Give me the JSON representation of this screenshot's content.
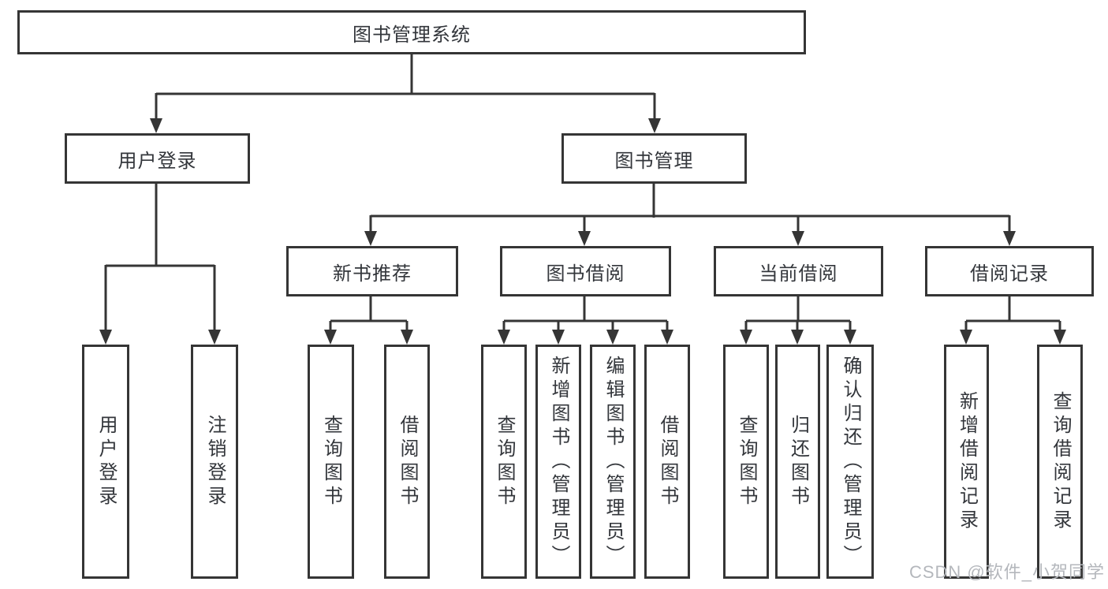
{
  "diagram": {
    "title": "图书管理系统",
    "root": {
      "label": "图书管理系统"
    },
    "level2": {
      "user_login": {
        "label": "用户登录"
      },
      "book_management": {
        "label": "图书管理"
      }
    },
    "level3": {
      "new_book_recommend": {
        "label": "新书推荐"
      },
      "book_borrow": {
        "label": "图书借阅"
      },
      "current_borrow": {
        "label": "当前借阅"
      },
      "borrow_records": {
        "label": "借阅记录"
      }
    },
    "leaves": {
      "user_login": [
        "用户登录",
        "注销登录"
      ],
      "new_book_recommend": [
        "查询图书",
        "借阅图书"
      ],
      "book_borrow": [
        "查询图书",
        "新增图书（管理员）",
        "编辑图书（管理员）",
        "借阅图书"
      ],
      "current_borrow": [
        "查询图书",
        "归还图书",
        "确认归还（管理员）"
      ],
      "borrow_records": [
        "新增借阅记录",
        "查询借阅记录"
      ]
    },
    "colors": {
      "line": "#353535",
      "text": "#33363b",
      "box_background": "#ffffff",
      "watermark": "#b4b7bc"
    }
  },
  "watermark": {
    "text": "CSDN @软件_小贺同学"
  }
}
